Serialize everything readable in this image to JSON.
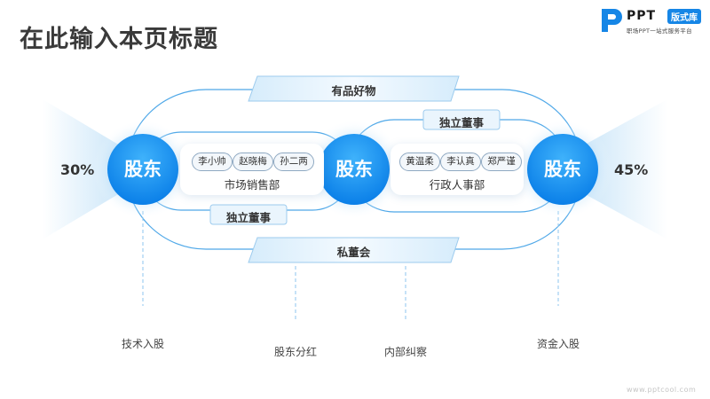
{
  "title": "在此输入本页标题",
  "logo": {
    "brand": "PPT",
    "badge": "版式库",
    "slogan": "职场PPT一站式服务平台"
  },
  "shareholders": [
    {
      "label": "股东",
      "percent": "30%"
    },
    {
      "label": "股东",
      "percent": ""
    },
    {
      "label": "股东",
      "percent": "45%"
    }
  ],
  "departments": [
    {
      "label": "市场销售部",
      "members": [
        "李小帅",
        "赵晓梅",
        "孙二两"
      ]
    },
    {
      "label": "行政人事部",
      "members": [
        "黄温柔",
        "李认真",
        "郑严谨"
      ]
    }
  ],
  "banners": {
    "top": "有品好物",
    "independent_right": "独立董事",
    "independent_left": "独立董事",
    "bottom": "私董会"
  },
  "bottom_labels": [
    "技术入股",
    "股东分红",
    "内部纠察",
    "资金入股"
  ],
  "watermark": "www.pptcool.com",
  "colors": {
    "primary": "#1a8ff0",
    "line": "#4fa8e8",
    "title": "#3a3a3a"
  }
}
